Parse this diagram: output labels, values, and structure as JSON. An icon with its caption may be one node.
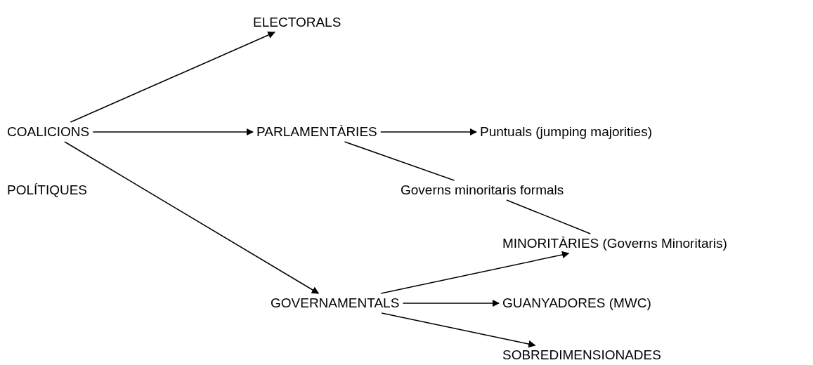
{
  "diagram": {
    "nodes": [
      {
        "text": [
          "COALICIONS"
        ]
      },
      {
        "text": [
          "ELECTORALS"
        ]
      },
      {
        "text": [
          "PARLAMENTÀRIES"
        ]
      },
      {
        "text": [
          "Puntuals (jumping majorities)"
        ]
      },
      {
        "text": [
          "Governs minoritaris formals"
        ]
      },
      {
        "text": [
          "GOVERNAMENTALS"
        ]
      },
      {
        "text": [
          "MINORITÀRIES (Governs Minoritaris)"
        ]
      },
      {
        "text": [
          "GUANYADORES (MWC)"
        ]
      },
      {
        "text": [
          "SOBREDIMENSIONADES"
        ]
      }
    ],
    "edges": [
      {
        "from": 0,
        "to": 1,
        "arrow": "to"
      },
      {
        "from": 0,
        "to": 2,
        "arrow": "to"
      },
      {
        "from": 0,
        "to": 5,
        "arrow": "to"
      },
      {
        "from": 2,
        "to": 3,
        "arrow": "to"
      },
      {
        "from": 2,
        "to": 4,
        "arrow": "none"
      },
      {
        "from": 4,
        "to": 6,
        "arrow": "none"
      },
      {
        "from": 5,
        "to": 6,
        "arrow": "to"
      },
      {
        "from": 5,
        "to": 7,
        "arrow": "to"
      },
      {
        "from": 5,
        "to": 8,
        "arrow": "to"
      }
    ],
    "labels": [
      "POLÍTIQUES"
    ]
  }
}
